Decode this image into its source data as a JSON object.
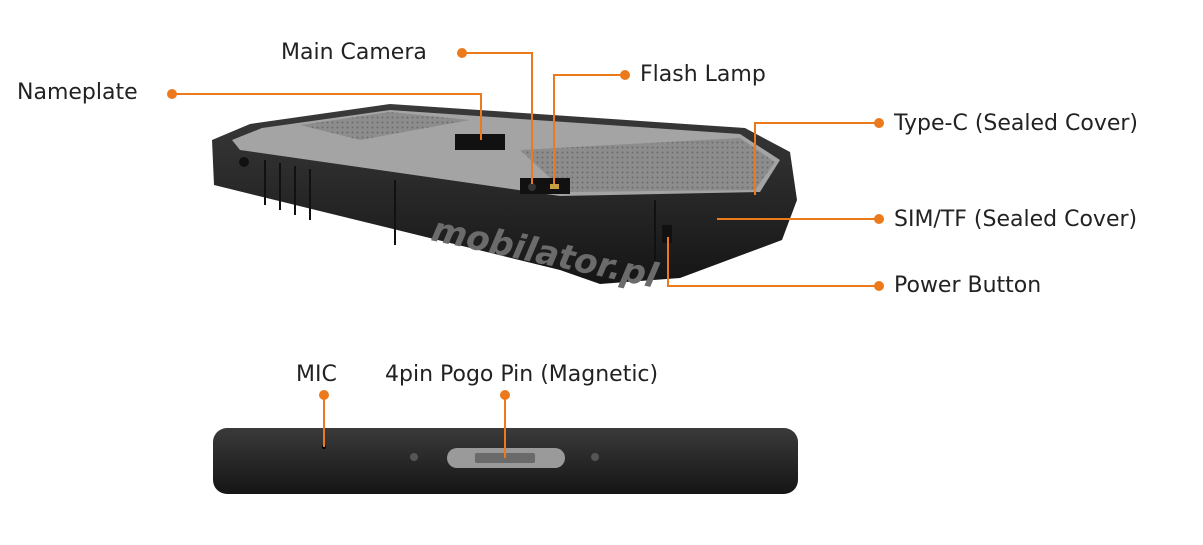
{
  "colors": {
    "accent": "#ec7a1c",
    "device_dark": "#2a2a2a",
    "device_top": "#9a9a9a"
  },
  "brand": {
    "logo": "mobilator.pl"
  },
  "callouts": {
    "main_camera": "Main Camera",
    "flash_lamp": "Flash Lamp",
    "nameplate": "Nameplate",
    "type_c": "Type-C (Sealed Cover)",
    "sim_tf": "SIM/TF (Sealed Cover)",
    "power_button": "Power Button",
    "mic": "MIC",
    "pogo_pin": "4pin Pogo Pin (Magnetic)"
  }
}
